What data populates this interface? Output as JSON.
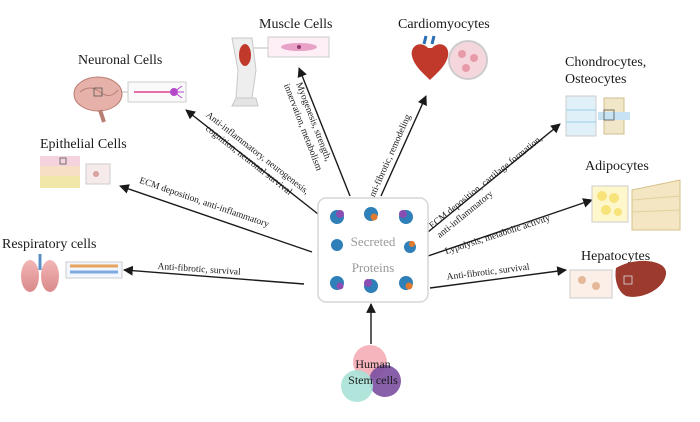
{
  "center": {
    "line1": "Secreted",
    "line2": "Proteins"
  },
  "source": {
    "line1": "Human",
    "line2": "Stem cells"
  },
  "targets": {
    "muscle": "Muscle Cells",
    "cardio": "Cardiomyocytes",
    "neuronal": "Neuronal Cells",
    "chondro_line1": "Chondrocytes,",
    "chondro_line2": "Osteocytes",
    "epithelial": "Epithelial Cells",
    "adipocytes": "Adipocytes",
    "respiratory": "Respiratory cells",
    "hepatocytes": "Hepatocytes"
  },
  "effects": {
    "muscle_1": "Myogenesis, strength,",
    "muscle_2": "innervation, metabolism",
    "cardio": "Anti-fibrotic, remodeling",
    "neuronal_1": "Anti-inflammatory, neurogenesis,",
    "neuronal_2": "cognition, neuronal survival",
    "chondro_1": "ECM deposition, cartilage formation,",
    "chondro_2": "anti-inflammatory",
    "epithelial": "ECM deposition, anti-inflammatory",
    "adipocytes": "Lypolysis, metabolic activity",
    "respiratory": "Anti-fibrotic, survival",
    "hepatocytes": "Anti-fibrotic, survival"
  },
  "colors": {
    "arrow": "#1a1a1a",
    "stem_pink": "#f4a7b2",
    "stem_purple": "#7b4fa1",
    "stem_teal": "#a8e2d8",
    "protein_blue": "#2f7fb8",
    "protein_purple": "#8a4db3",
    "protein_orange": "#e07a2e"
  }
}
